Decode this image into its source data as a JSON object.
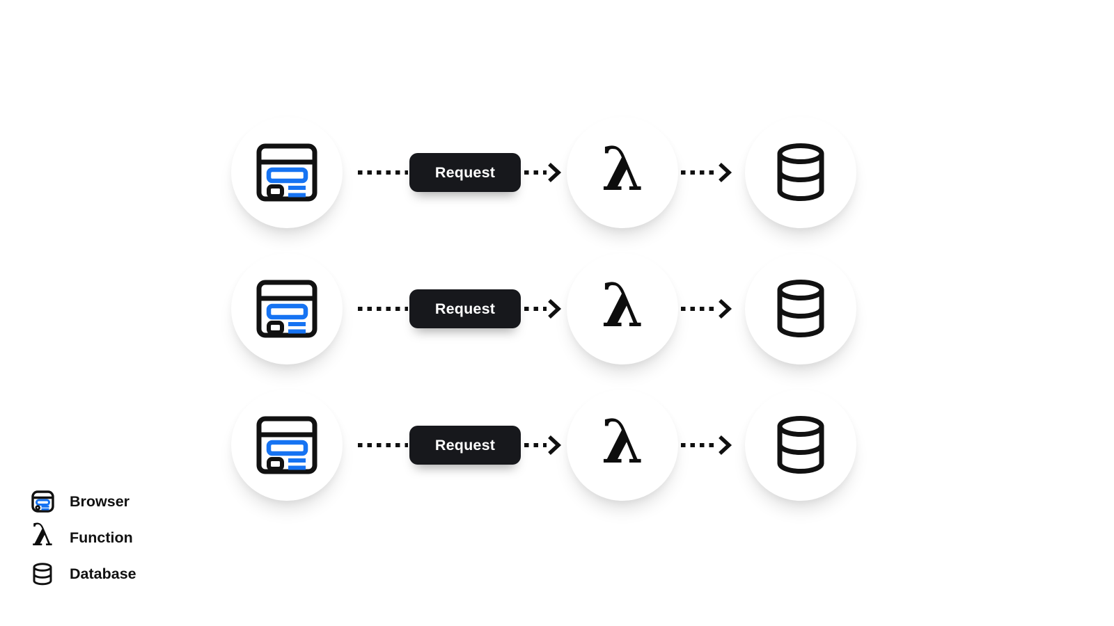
{
  "flow": {
    "row_count": 3,
    "request_label": "Request",
    "function_symbol": "λ",
    "sequence": [
      "browser",
      "request",
      "function",
      "database"
    ]
  },
  "legend": {
    "items": [
      {
        "icon": "browser-icon",
        "label": "Browser"
      },
      {
        "icon": "lambda-icon",
        "label": "Function"
      },
      {
        "icon": "database-icon",
        "label": "Database"
      }
    ]
  },
  "colors": {
    "background": "#ffffff",
    "accent_blue": "#1673F2",
    "stroke_black": "#111111",
    "pill_background": "#17181C",
    "pill_text": "#ffffff"
  }
}
